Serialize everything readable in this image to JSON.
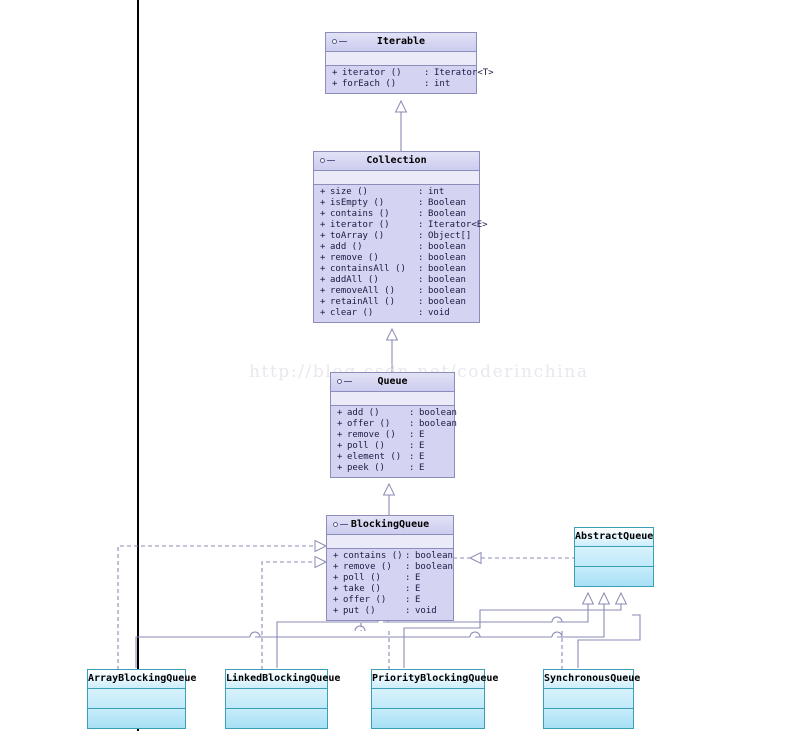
{
  "watermark": "http://blog.csdn.net/coderinchina",
  "diagram": {
    "type": "uml-class-diagram",
    "interfaces": [
      {
        "id": "iterable",
        "name": "Iterable",
        "stereotype_icon": "interface-lollipop-icon",
        "members": [
          {
            "vis": "+",
            "name": "iterator ()",
            "sep": ":",
            "type": "Iterator<T>"
          },
          {
            "vis": "+",
            "name": "forEach ()",
            "sep": ":",
            "type": "int"
          }
        ]
      },
      {
        "id": "collection",
        "name": "Collection",
        "stereotype_icon": "interface-lollipop-icon",
        "members": [
          {
            "vis": "+",
            "name": "size ()",
            "sep": ":",
            "type": "int"
          },
          {
            "vis": "+",
            "name": "isEmpty ()",
            "sep": ":",
            "type": "Boolean"
          },
          {
            "vis": "+",
            "name": "contains ()",
            "sep": ":",
            "type": "Boolean"
          },
          {
            "vis": "+",
            "name": "iterator ()",
            "sep": ":",
            "type": "Iterator<E>"
          },
          {
            "vis": "+",
            "name": "toArray ()",
            "sep": ":",
            "type": "Object[]"
          },
          {
            "vis": "+",
            "name": "add ()",
            "sep": ":",
            "type": "boolean"
          },
          {
            "vis": "+",
            "name": "remove ()",
            "sep": ":",
            "type": "boolean"
          },
          {
            "vis": "+",
            "name": "containsAll ()",
            "sep": ":",
            "type": "boolean"
          },
          {
            "vis": "+",
            "name": "addAll ()",
            "sep": ":",
            "type": "boolean"
          },
          {
            "vis": "+",
            "name": "removeAll ()",
            "sep": ":",
            "type": "boolean"
          },
          {
            "vis": "+",
            "name": "retainAll ()",
            "sep": ":",
            "type": "boolean"
          },
          {
            "vis": "+",
            "name": "clear ()",
            "sep": ":",
            "type": "void"
          }
        ]
      },
      {
        "id": "queue",
        "name": "Queue",
        "stereotype_icon": "interface-lollipop-icon",
        "members": [
          {
            "vis": "+",
            "name": "add ()",
            "sep": ":",
            "type": "boolean"
          },
          {
            "vis": "+",
            "name": "offer ()",
            "sep": ":",
            "type": "boolean"
          },
          {
            "vis": "+",
            "name": "remove ()",
            "sep": ":",
            "type": "E"
          },
          {
            "vis": "+",
            "name": "poll ()",
            "sep": ":",
            "type": "E"
          },
          {
            "vis": "+",
            "name": "element ()",
            "sep": ":",
            "type": "E"
          },
          {
            "vis": "+",
            "name": "peek ()",
            "sep": ":",
            "type": "E"
          }
        ]
      },
      {
        "id": "blockingqueue",
        "name": "BlockingQueue",
        "stereotype_icon": "interface-lollipop-icon",
        "members": [
          {
            "vis": "+",
            "name": "contains ()",
            "sep": ":",
            "type": "boolean"
          },
          {
            "vis": "+",
            "name": "remove ()",
            "sep": ":",
            "type": "boolean"
          },
          {
            "vis": "+",
            "name": "poll ()",
            "sep": ":",
            "type": "E"
          },
          {
            "vis": "+",
            "name": "take ()",
            "sep": ":",
            "type": "E"
          },
          {
            "vis": "+",
            "name": "offer ()",
            "sep": ":",
            "type": "E"
          },
          {
            "vis": "+",
            "name": "put ()",
            "sep": ":",
            "type": "void"
          }
        ]
      }
    ],
    "classes": [
      {
        "id": "abstractqueue",
        "name": "AbstractQueue"
      },
      {
        "id": "arrayblockingqueue",
        "name": "ArrayBlockingQueue"
      },
      {
        "id": "linkedblockingqueue",
        "name": "LinkedBlockingQueue"
      },
      {
        "id": "priorityblockingqueue",
        "name": "PriorityBlockingQueue"
      },
      {
        "id": "synchronousqueue",
        "name": "SynchronousQueue"
      }
    ],
    "relations": [
      {
        "from": "collection",
        "to": "iterable",
        "kind": "generalization",
        "style": "solid",
        "arrow": "hollow-triangle"
      },
      {
        "from": "queue",
        "to": "collection",
        "kind": "generalization",
        "style": "solid",
        "arrow": "hollow-triangle"
      },
      {
        "from": "blockingqueue",
        "to": "queue",
        "kind": "generalization",
        "style": "solid",
        "arrow": "hollow-triangle"
      },
      {
        "from": "abstractqueue",
        "to": "queue",
        "kind": "realization",
        "style": "dashed",
        "arrow": "hollow-triangle"
      },
      {
        "from": "arrayblockingqueue",
        "to": "blockingqueue",
        "kind": "realization",
        "style": "dashed",
        "arrow": "hollow-triangle"
      },
      {
        "from": "linkedblockingqueue",
        "to": "blockingqueue",
        "kind": "realization",
        "style": "dashed",
        "arrow": "hollow-triangle"
      },
      {
        "from": "priorityblockingqueue",
        "to": "abstractqueue",
        "kind": "generalization",
        "style": "solid",
        "arrow": "hollow-triangle"
      },
      {
        "from": "arrayblockingqueue",
        "to": "abstractqueue",
        "kind": "generalization",
        "style": "solid",
        "arrow": "hollow-triangle"
      },
      {
        "from": "linkedblockingqueue",
        "to": "abstractqueue",
        "kind": "generalization",
        "style": "solid",
        "arrow": "hollow-triangle"
      },
      {
        "from": "synchronousqueue",
        "to": "abstractqueue",
        "kind": "generalization",
        "style": "solid",
        "arrow": "hollow-triangle"
      }
    ],
    "colors": {
      "interface_fill": "#ccccf0",
      "interface_border": "#8d8dbb",
      "class_fill": "#a7e0f5",
      "class_border": "#3c9fb8",
      "connector": "#8a8ab4",
      "watermark": "#e8e8ee",
      "rule": "#000000"
    }
  }
}
